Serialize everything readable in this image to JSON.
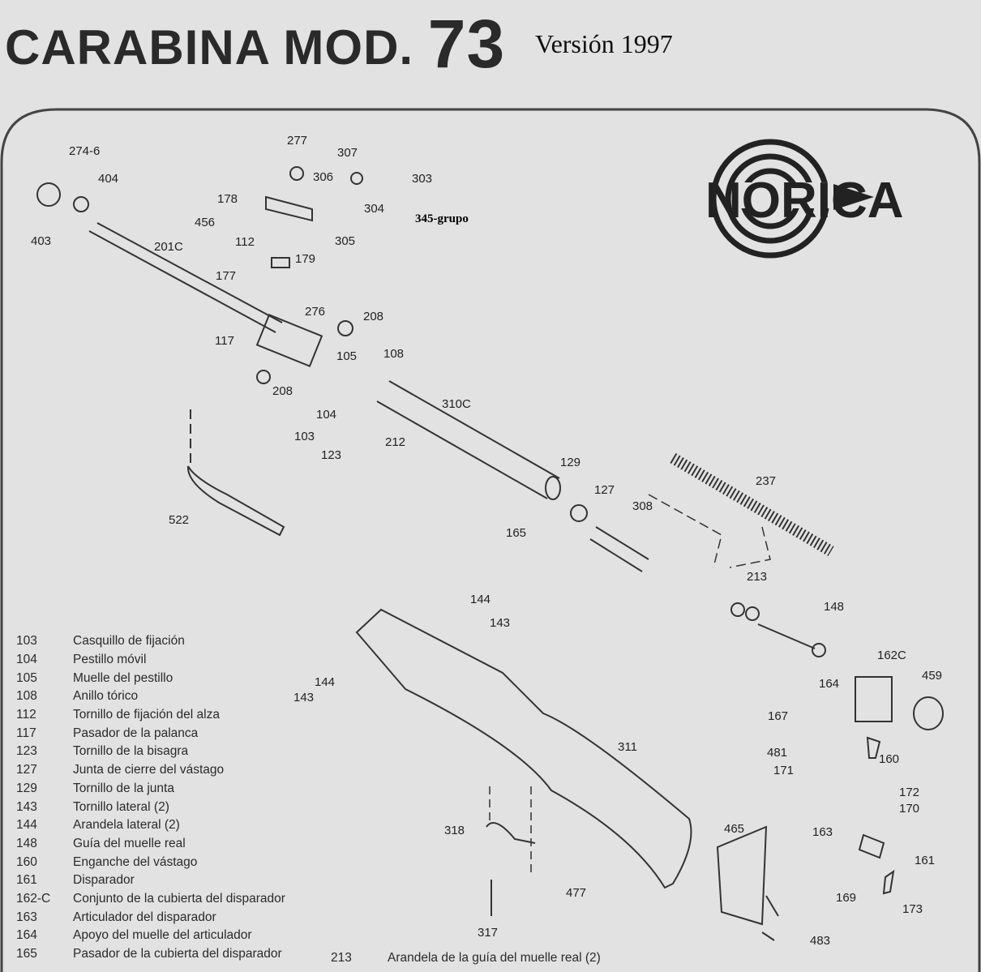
{
  "title": {
    "prefix": "CARABINA MOD.",
    "model": "73",
    "version": "Versión 1997"
  },
  "logo": {
    "brand": "NORICA"
  },
  "callouts": [
    "274-6",
    "277",
    "307",
    "303",
    "404",
    "306",
    "178",
    "304",
    "456",
    "403",
    "112",
    "305",
    "201C",
    "179",
    "177",
    "276",
    "208",
    "117",
    "105",
    "108",
    "208",
    "104",
    "310C",
    "103",
    "212",
    "123",
    "129",
    "237",
    "127",
    "308",
    "165",
    "522",
    "213",
    "144",
    "143",
    "148",
    "162C",
    "459",
    "144",
    "164",
    "143",
    "167",
    "311",
    "481",
    "160",
    "171",
    "172",
    "170",
    "465",
    "318",
    "163",
    "161",
    "477",
    "169",
    "173",
    "317",
    "483"
  ],
  "group_label": "345-grupo",
  "parts": [
    {
      "num": "103",
      "desc": "Casquillo de fijación"
    },
    {
      "num": "104",
      "desc": "Pestillo móvil"
    },
    {
      "num": "105",
      "desc": "Muelle del pestillo"
    },
    {
      "num": "108",
      "desc": "Anillo tórico"
    },
    {
      "num": "112",
      "desc": "Tornillo de fijación del alza"
    },
    {
      "num": "117",
      "desc": "Pasador de la palanca"
    },
    {
      "num": "123",
      "desc": "Tornillo de la bisagra"
    },
    {
      "num": "127",
      "desc": "Junta de cierre del vástago"
    },
    {
      "num": "129",
      "desc": "Tornillo de la junta"
    },
    {
      "num": "143",
      "desc": "Tornillo lateral (2)"
    },
    {
      "num": "144",
      "desc": "Arandela lateral (2)"
    },
    {
      "num": "148",
      "desc": "Guía del muelle real"
    },
    {
      "num": "160",
      "desc": "Enganche del vástago"
    },
    {
      "num": "161",
      "desc": "Disparador"
    },
    {
      "num": "162-C",
      "desc": "Conjunto de la cubierta del disparador"
    },
    {
      "num": "163",
      "desc": "Articulador del disparador"
    },
    {
      "num": "164",
      "desc": "Apoyo del muelle del articulador"
    },
    {
      "num": "165",
      "desc": "Pasador de la cubierta del disparador"
    }
  ],
  "parts_extra": {
    "num": "213",
    "desc": "Arandela de la guía del muelle real (2)"
  }
}
